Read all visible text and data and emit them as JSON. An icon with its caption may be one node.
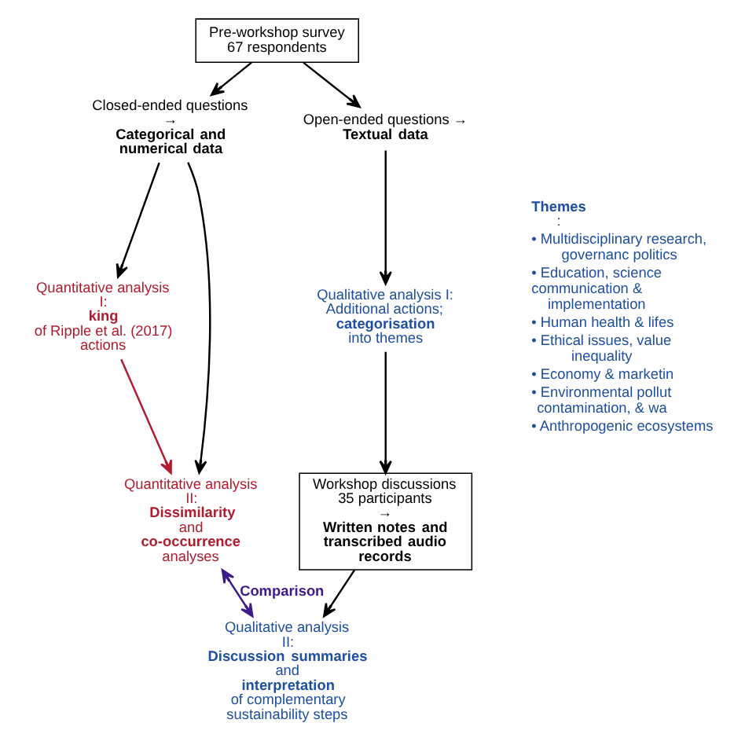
{
  "diagram": {
    "nodes": [
      {
        "text": [
          "Pre-workshop survey",
          "67 respondents"
        ]
      },
      {
        "text": [
          "Closed-ended questions → **Categorical and numerical data**"
        ]
      },
      {
        "text": [
          "Open-ended questions → **Textual data**"
        ]
      },
      {
        "text": [
          "Quantitative analysis I: **king** of Ripple et al. (2017) actions"
        ]
      },
      {
        "text": [
          "Quantitative analysis II: **Dissimilarity** and **co-occurrence** analyses"
        ]
      },
      {
        "text": [
          "Qualitative analysis I: Additional actions; **categorisation** into themes"
        ]
      },
      {
        "text": [
          "Workshop discussions",
          "35 participants",
          "→ **Written notes and transcribed audio records**"
        ]
      },
      {
        "text": [
          "Qualitative analysis II: **Discussion summaries** and **interpretation** of complementary sustainability steps"
        ]
      }
    ],
    "edges": [
      {
        "from": 0,
        "to": 1,
        "arrow": "to"
      },
      {
        "from": 0,
        "to": 2,
        "arrow": "to"
      },
      {
        "from": 1,
        "to": 3,
        "arrow": "to"
      },
      {
        "from": 1,
        "to": 4,
        "arrow": "to"
      },
      {
        "from": 2,
        "to": 5,
        "arrow": "to"
      },
      {
        "from": 3,
        "to": 4,
        "arrow": "to",
        "color": "#b01c2e"
      },
      {
        "from": 5,
        "to": 6,
        "arrow": "to"
      },
      {
        "from": 6,
        "to": 7,
        "arrow": "to"
      },
      {
        "from": 4,
        "to": 7,
        "arrow": "both",
        "label": "Comparison",
        "color": "#3c1a8c"
      }
    ],
    "labels": [
      "**Themes**:",
      "• Multidisciplinary research, governanc politics",
      "• Education, science communication & implementation",
      "• Human health & lifes",
      "• Ethical issues, value inequality",
      "• Economy & marketin",
      "• Environmental pollut contamination, & wa",
      "• Anthropogenic ecosystems"
    ]
  }
}
